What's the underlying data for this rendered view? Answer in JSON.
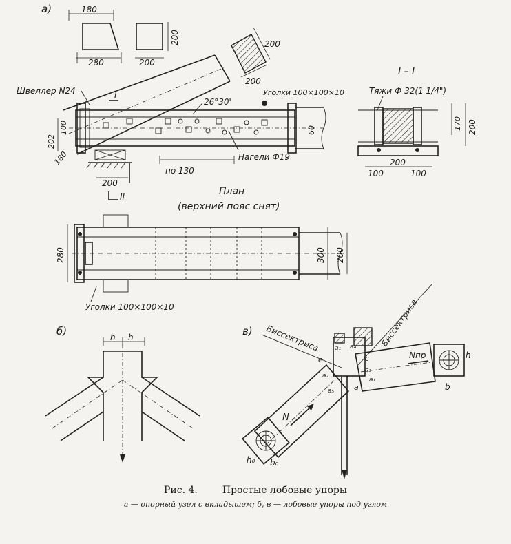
{
  "panels": {
    "a": "а)",
    "b": "б)",
    "v": "в)"
  },
  "view_a": {
    "dim_top_180": "180",
    "dim_bottom_280": "280",
    "dim_sq_200_w": "200",
    "dim_sq_200_h": "200",
    "dim_hatch_200_a": "200",
    "dim_hatch_200_b": "200",
    "label_channel": "Швеллер N24",
    "section_mark_top": "I",
    "section_mark_bottom": "II",
    "angle": "26°30'",
    "label_angles_top": "Уголки 100×100×10",
    "dim_202": "202",
    "dim_100": "100",
    "dim_180_left": "180",
    "dim_200_base": "200",
    "dim_po130": "по 130",
    "label_dowels": "Нагели Ф19",
    "dim_60": "60"
  },
  "section_I": {
    "title": "I – I",
    "label_rods": "Тяжи Ф 32(1 1/4\")",
    "dim_170": "170",
    "dim_200_v": "200",
    "dim_100_l": "100",
    "dim_200_mid": "200",
    "dim_100_r": "100"
  },
  "plan": {
    "title": "План",
    "subtitle": "(верхний пояс снят)",
    "dim_280": "280",
    "dim_300": "300",
    "dim_200": "200",
    "label_angles_bottom": "Уголки 100×100×10"
  },
  "view_b": {
    "h_left": "h",
    "h_right": "h"
  },
  "view_v": {
    "bisector_left": "Биссектриса",
    "bisector_right": "Биссектриса",
    "N": "N",
    "N_pr": "Nпр",
    "A": "A",
    "h": "h",
    "b": "b",
    "h0": "h₀",
    "b0": "b₀",
    "e": "e",
    "c": "c",
    "a_labels": [
      "a₁",
      "a₂",
      "a₃",
      "a₄",
      "a₅",
      "a₁",
      "a"
    ]
  },
  "caption": {
    "fig": "Рис. 4.",
    "title": "Простые лобовые упоры",
    "subtitle": "а — опорный узел с вкладышем; б, в — лобовые упоры под углом"
  }
}
